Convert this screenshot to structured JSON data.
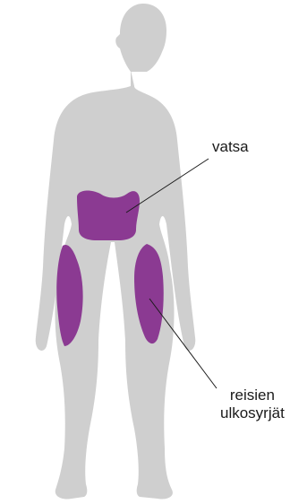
{
  "colors": {
    "body": "#cfcfcf",
    "highlight": "#8b3a92",
    "leader_line": "#1a1a1a",
    "background": "#ffffff"
  },
  "labels": {
    "abdomen": "vatsa",
    "thighs_line1": "reisien",
    "thighs_line2": "ulkosyrjät"
  }
}
